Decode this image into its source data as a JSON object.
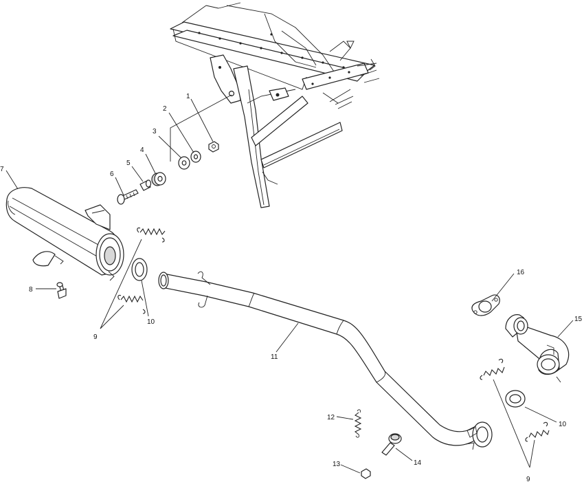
{
  "callouts": {
    "c1": "1",
    "c2": "2",
    "c3": "3",
    "c4": "4",
    "c5": "5",
    "c6": "6",
    "c7": "7",
    "c8": "8",
    "c9a": "9",
    "c10a": "10",
    "c11": "11",
    "c12": "12",
    "c13": "13",
    "c14": "14",
    "c15": "15",
    "c16": "16",
    "c10b": "10",
    "c9b": "9"
  }
}
